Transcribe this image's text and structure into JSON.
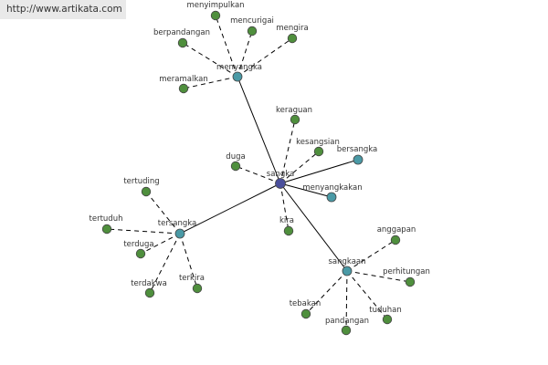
{
  "watermark": "http://www.artikata.com",
  "colors": {
    "root_node": "#4a4f9c",
    "hub_node": "#4a9aa6",
    "leaf_node": "#4f8f3d",
    "edge": "#000000"
  },
  "graph": {
    "nodes": [
      {
        "id": "sangka",
        "label": "sangka",
        "kind": "root"
      },
      {
        "id": "menyangka",
        "label": "menyangka",
        "kind": "hub"
      },
      {
        "id": "tersangka",
        "label": "tersangka",
        "kind": "hub"
      },
      {
        "id": "sangkaan",
        "label": "sangkaan",
        "kind": "hub"
      },
      {
        "id": "bersangka",
        "label": "bersangka",
        "kind": "hub"
      },
      {
        "id": "menyangkakan",
        "label": "menyangkakan",
        "kind": "hub"
      },
      {
        "id": "keraguan",
        "label": "keraguan",
        "kind": "leaf"
      },
      {
        "id": "kesangsian",
        "label": "kesangsian",
        "kind": "leaf"
      },
      {
        "id": "duga",
        "label": "duga",
        "kind": "leaf"
      },
      {
        "id": "kira",
        "label": "kira",
        "kind": "leaf"
      },
      {
        "id": "menyimpulkan",
        "label": "menyimpulkan",
        "kind": "leaf"
      },
      {
        "id": "mencurigai",
        "label": "mencurigai",
        "kind": "leaf"
      },
      {
        "id": "mengira",
        "label": "mengira",
        "kind": "leaf"
      },
      {
        "id": "berpandangan",
        "label": "berpandangan",
        "kind": "leaf"
      },
      {
        "id": "meramalkan",
        "label": "meramalkan",
        "kind": "leaf"
      },
      {
        "id": "tertuding",
        "label": "tertuding",
        "kind": "leaf"
      },
      {
        "id": "tertuduh",
        "label": "tertuduh",
        "kind": "leaf"
      },
      {
        "id": "terduga",
        "label": "terduga",
        "kind": "leaf"
      },
      {
        "id": "terdakwa",
        "label": "terdakwa",
        "kind": "leaf"
      },
      {
        "id": "terkira",
        "label": "terkira",
        "kind": "leaf"
      },
      {
        "id": "anggapan",
        "label": "anggapan",
        "kind": "leaf"
      },
      {
        "id": "perhitungan",
        "label": "perhitungan",
        "kind": "leaf"
      },
      {
        "id": "tuduhan",
        "label": "tuduhan",
        "kind": "leaf"
      },
      {
        "id": "pandangan",
        "label": "pandangan",
        "kind": "leaf"
      },
      {
        "id": "tebakan",
        "label": "tebakan",
        "kind": "leaf"
      }
    ],
    "edges": [
      {
        "from": "sangka",
        "to": "menyangka",
        "style": "solid"
      },
      {
        "from": "sangka",
        "to": "tersangka",
        "style": "solid"
      },
      {
        "from": "sangka",
        "to": "sangkaan",
        "style": "solid"
      },
      {
        "from": "sangka",
        "to": "bersangka",
        "style": "solid"
      },
      {
        "from": "sangka",
        "to": "menyangkakan",
        "style": "solid"
      },
      {
        "from": "sangka",
        "to": "keraguan",
        "style": "dashed"
      },
      {
        "from": "sangka",
        "to": "kesangsian",
        "style": "dashed"
      },
      {
        "from": "sangka",
        "to": "duga",
        "style": "dashed"
      },
      {
        "from": "sangka",
        "to": "kira",
        "style": "dashed"
      },
      {
        "from": "menyangka",
        "to": "menyimpulkan",
        "style": "dashed"
      },
      {
        "from": "menyangka",
        "to": "mencurigai",
        "style": "dashed"
      },
      {
        "from": "menyangka",
        "to": "mengira",
        "style": "dashed"
      },
      {
        "from": "menyangka",
        "to": "berpandangan",
        "style": "dashed"
      },
      {
        "from": "menyangka",
        "to": "meramalkan",
        "style": "dashed"
      },
      {
        "from": "tersangka",
        "to": "tertuding",
        "style": "dashed"
      },
      {
        "from": "tersangka",
        "to": "tertuduh",
        "style": "dashed"
      },
      {
        "from": "tersangka",
        "to": "terduga",
        "style": "dashed"
      },
      {
        "from": "tersangka",
        "to": "terdakwa",
        "style": "dashed"
      },
      {
        "from": "tersangka",
        "to": "terkira",
        "style": "dashed"
      },
      {
        "from": "sangkaan",
        "to": "anggapan",
        "style": "dashed"
      },
      {
        "from": "sangkaan",
        "to": "perhitungan",
        "style": "dashed"
      },
      {
        "from": "sangkaan",
        "to": "tuduhan",
        "style": "dashed"
      },
      {
        "from": "sangkaan",
        "to": "pandangan",
        "style": "dashed"
      },
      {
        "from": "sangkaan",
        "to": "tebakan",
        "style": "dashed"
      }
    ]
  }
}
